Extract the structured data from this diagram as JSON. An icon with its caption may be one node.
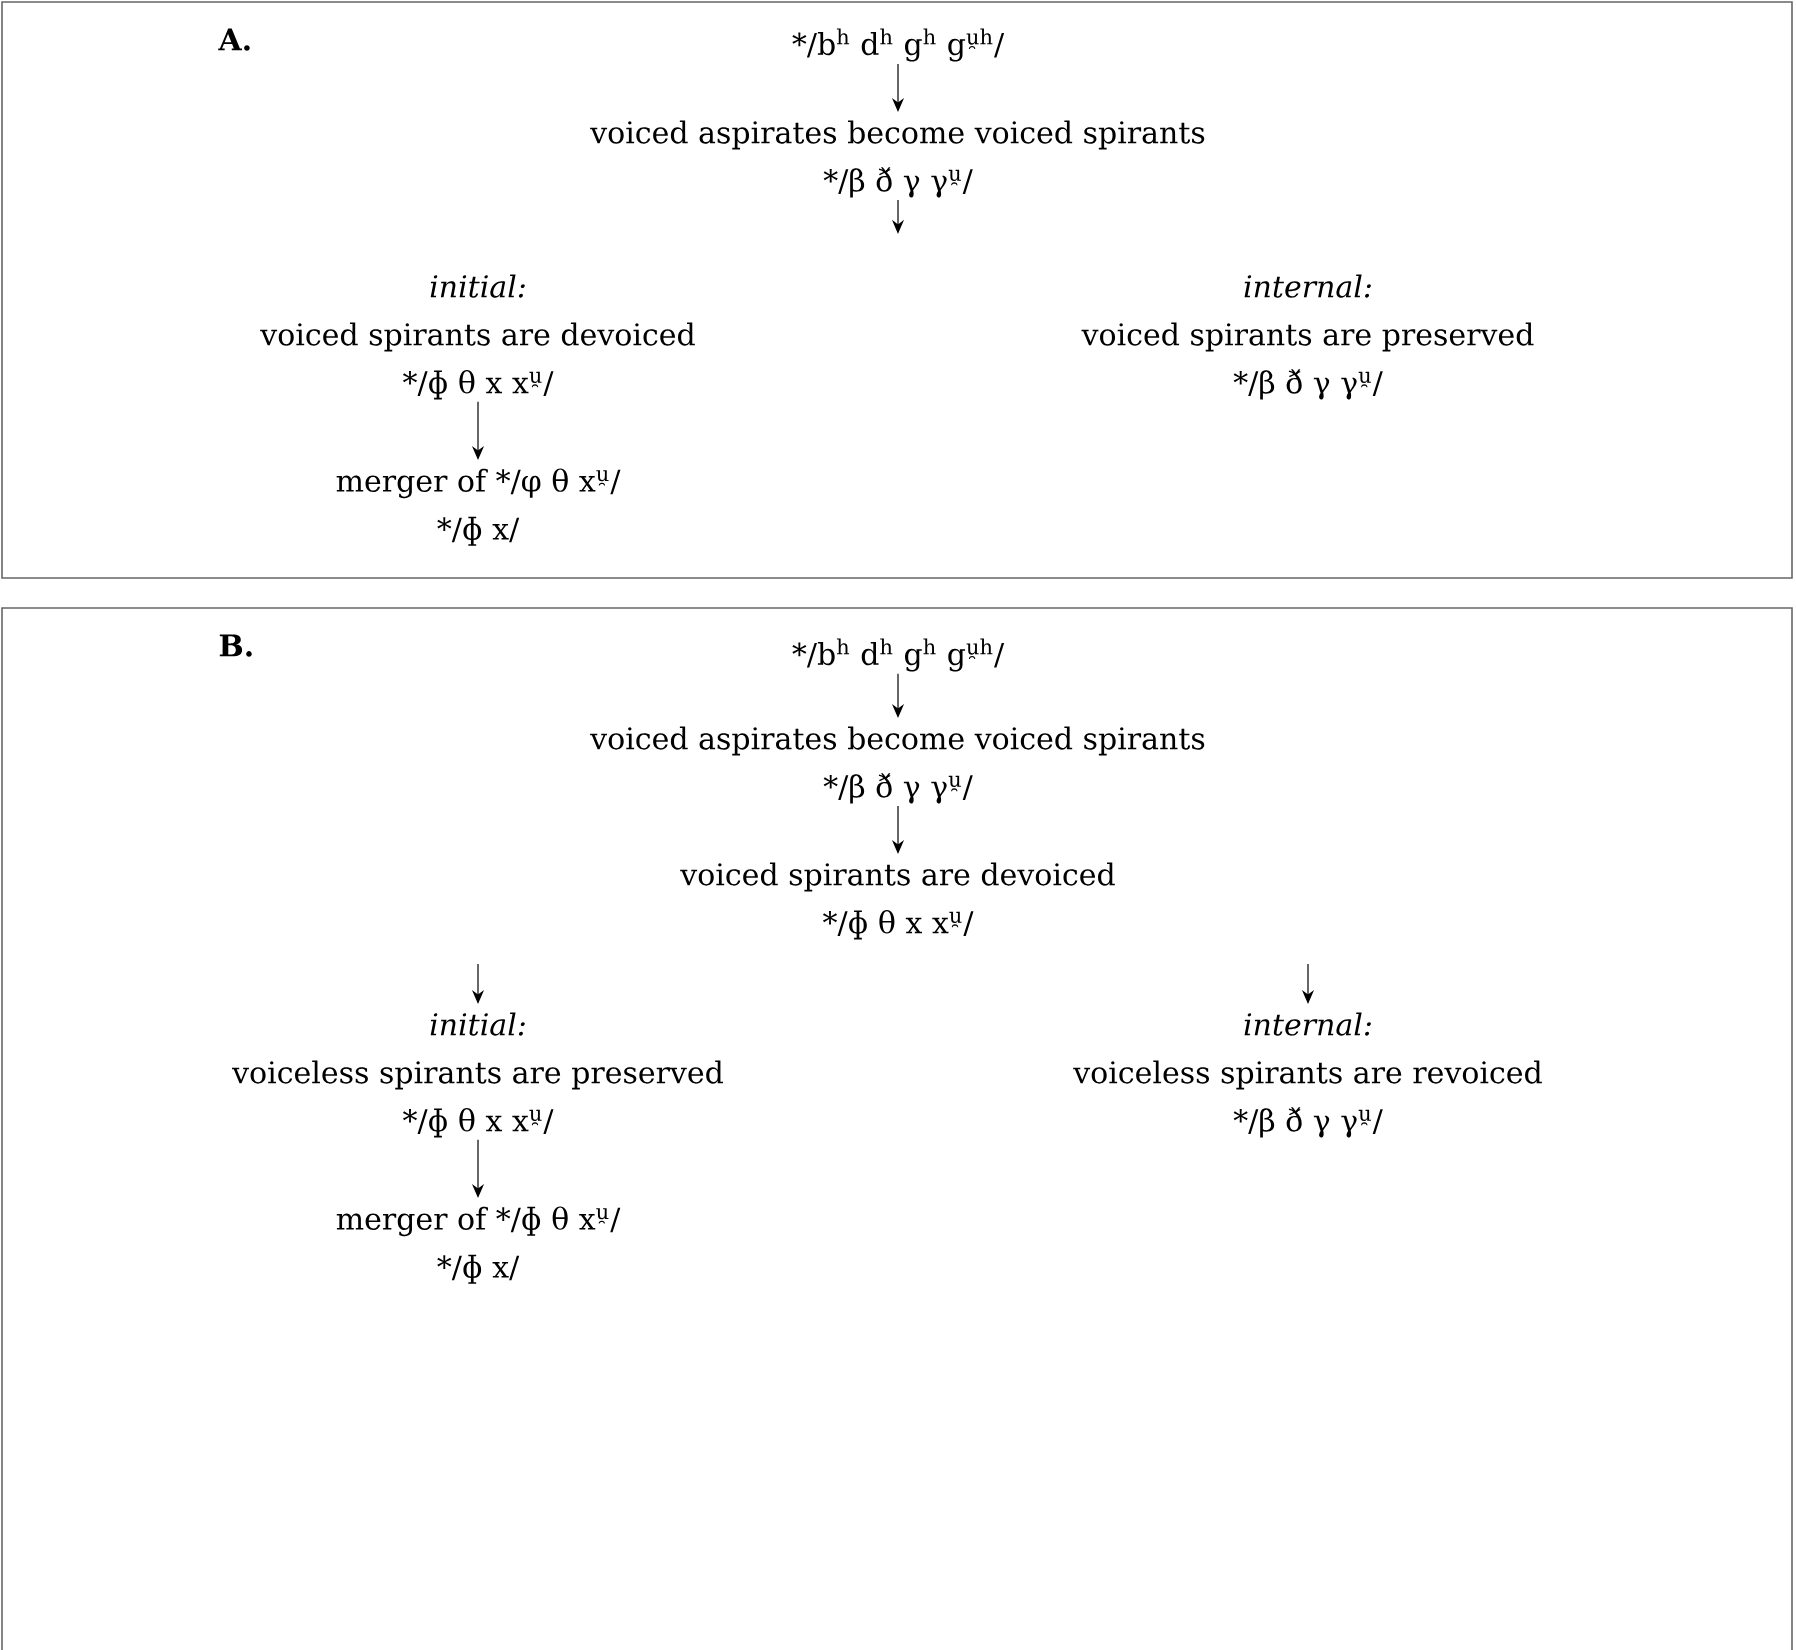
{
  "diagram": {
    "nodes": [
      {
        "text": [
          "A."
        ]
      },
      {
        "text": [
          "*/b$^{h}$ d$^{h}$  g$^{h}$ g$^{u̯h}$/"
        ],
        "in": 0
      },
      {
        "text": [
          "voiced aspirates become voiced spirants",
          "*/β ð̌ γ γ$^{u̯}$/"
        ],
        "in": 0
      },
      {
        "text": [
          "initial:",
          "voiced spirants are devoiced",
          "*/ɸ θ x x$^{u̯}$/"
        ],
        "in": 0
      },
      {
        "text": [
          "merger of */φ θ x$^{u̯}$/",
          "*/ɸ x/"
        ],
        "in": 0
      },
      {
        "text": [
          "internal:",
          "voiced spirants are preserved",
          "*/β ð̌ γ γ$^{u̯}$/"
        ],
        "in": 0
      },
      {
        "text": [
          "B."
        ]
      },
      {
        "text": [
          "*/b$^{h}$ d$^{h}$  g$^{h}$ g$^{u̯h}$/"
        ],
        "in": 6
      },
      {
        "text": [
          "voiced aspirates become voiced spirants",
          "*/β ð̌ γ γ$^{u̯}$/"
        ],
        "in": 6
      },
      {
        "text": [
          "voiced spirants are devoiced",
          "*/ɸ θ x x$^{u̯}$/"
        ],
        "in": 6
      },
      {
        "text": [
          "initial:",
          "voiceless spirants are preserved",
          "*/ɸ θ x x$^{u̯}$/"
        ],
        "in": 6
      },
      {
        "text": [
          "merger of */ɸ θ x$^{u̯}$/",
          "*/ɸ x/"
        ],
        "in": 6
      },
      {
        "text": [
          "internal:",
          "voiceless spirants are revoiced",
          "*/β ð̌ γ γ$^{u̯}$/"
        ],
        "in": 6
      }
    ],
    "edges": [
      {
        "from": 1,
        "to": 2,
        "arrow": "to"
      },
      {
        "from": 2,
        "to": null,
        "arrow": "to"
      },
      {
        "from": 3,
        "to": 4,
        "arrow": "to"
      },
      {
        "from": 7,
        "to": 8,
        "arrow": "to"
      },
      {
        "from": 8,
        "to": 9,
        "arrow": "to"
      },
      {
        "from": null,
        "to": 10,
        "arrow": "to"
      },
      {
        "from": null,
        "to": 12,
        "arrow": "to"
      },
      {
        "from": 10,
        "to": 11,
        "arrow": "to"
      }
    ]
  }
}
